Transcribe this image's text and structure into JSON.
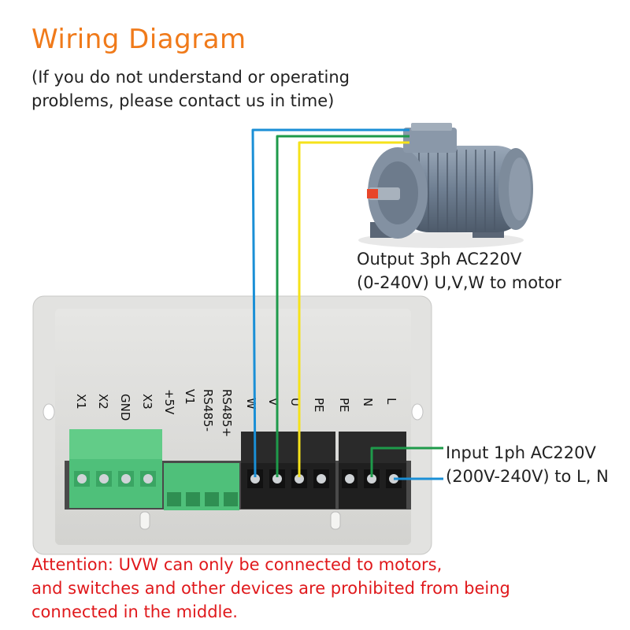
{
  "title": "Wiring Diagram",
  "subtitle": {
    "line1": "(If you do not understand or operating",
    "line2": "problems, please contact us in time)"
  },
  "output_label": {
    "line1": "Output 3ph AC220V",
    "line2": "(0-240V) U,V,W to motor"
  },
  "input_label": {
    "line1": "Input 1ph AC220V",
    "line2": "(200V-240V) to L, N"
  },
  "terminals": {
    "x1": "X1",
    "x2": "X2",
    "gnd": "GND",
    "x3": "X3",
    "p5v": "+5V",
    "v1": "V1",
    "rs485n": "RS485-",
    "rs485p": "RS485+",
    "w": "W",
    "v": "V",
    "u": "U",
    "pe1": "PE",
    "pe2": "PE",
    "n": "N",
    "l": "L"
  },
  "attention": {
    "line1": "Attention: UVW can only be connected to motors,",
    "line2": "and switches and other devices are prohibited from being",
    "line3": "connected in the middle."
  },
  "colors": {
    "title": "#f07a1a",
    "warning": "#e0191c",
    "wire_w": "#1a8fd6",
    "wire_v": "#1e9a4a",
    "wire_u": "#f5e21a",
    "wire_l": "#1a8fd6",
    "wire_n": "#1e9a4a"
  }
}
